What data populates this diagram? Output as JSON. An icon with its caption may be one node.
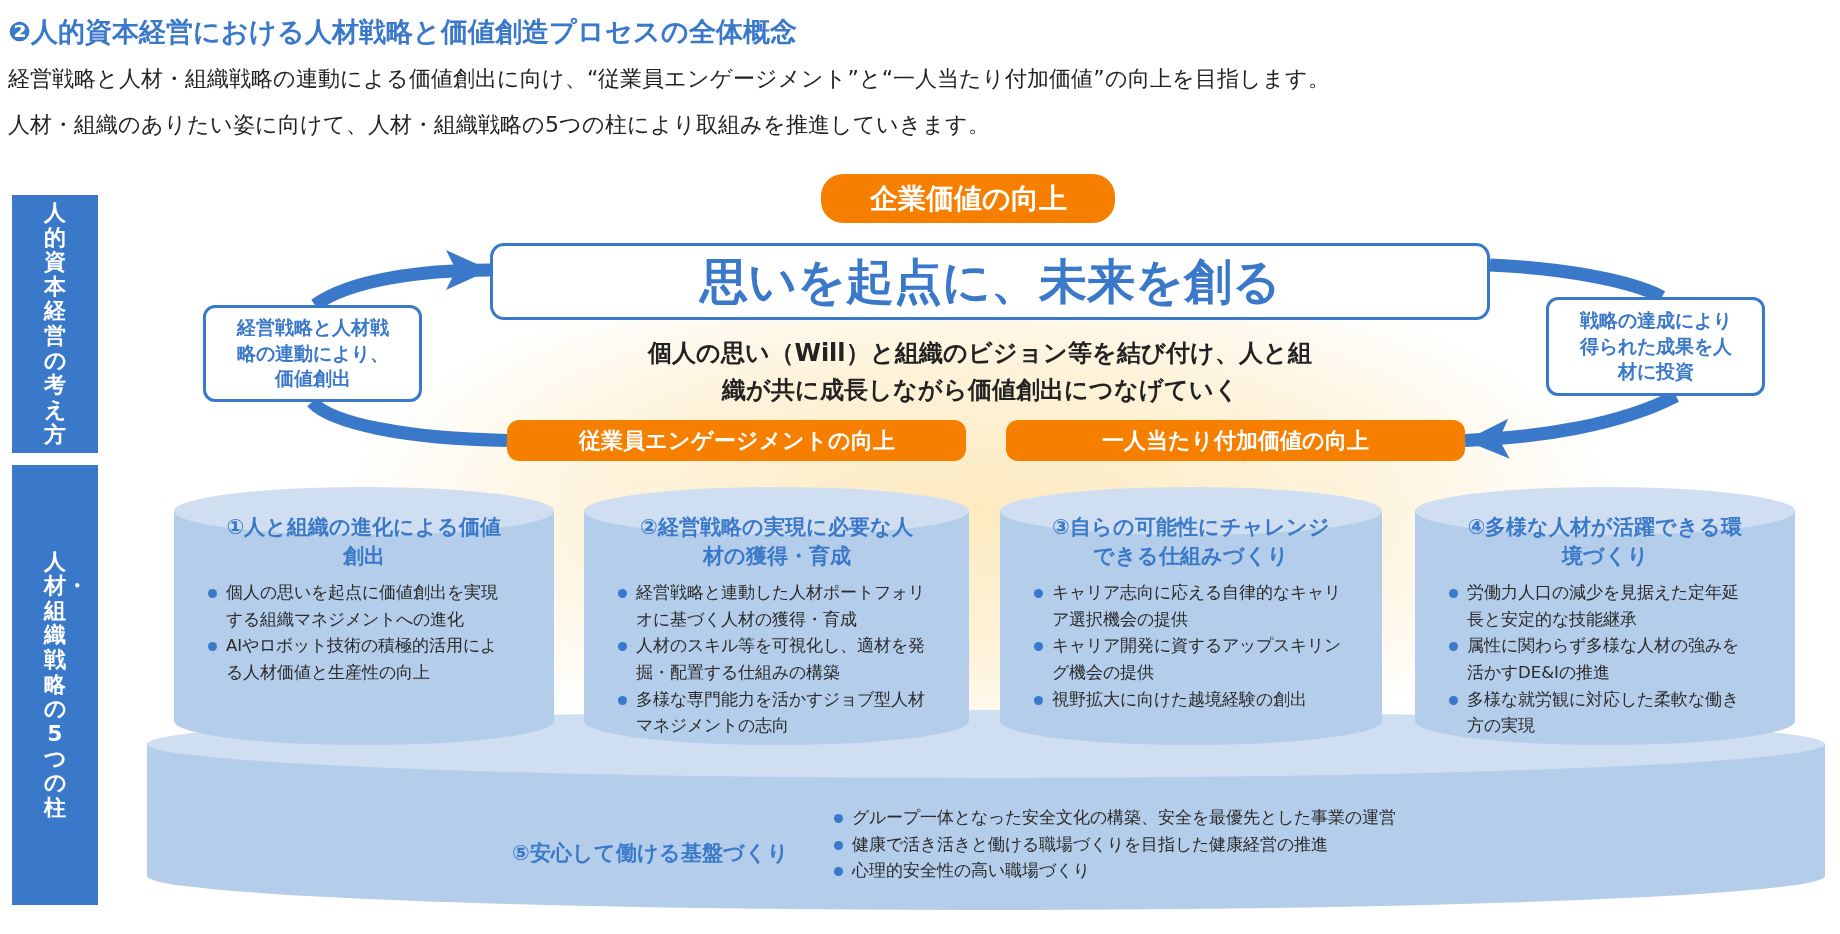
{
  "diagram": {
    "title": "❷人的資本経営における人材戦略と価値創造プロセスの全体概念",
    "nodes": [
      {
        "text": [
          "人的資本経営の考え方"
        ]
      },
      {
        "text": [
          "人材・組織戦略の5つの柱"
        ]
      },
      {
        "text": [
          "企業価値の向上"
        ]
      },
      {
        "text": [
          "思いを起点に、未来を創る"
        ]
      },
      {
        "text": [
          "経営戦略と人材戦略の連動により、価値創出"
        ]
      },
      {
        "text": [
          "戦略の達成により得られた成果を人材に投資"
        ]
      },
      {
        "text": [
          "従業員エンゲージメントの向上"
        ]
      },
      {
        "text": [
          "一人当たり付加価値の向上"
        ]
      },
      {
        "text": [
          "①人と組織の進化による価値創出",
          "個人の思いを起点に価値創出を実現する組織マネジメントへの進化",
          "AIやロボット技術の積極的活用による人材価値と生産性の向上"
        ]
      },
      {
        "text": [
          "②経営戦略の実現に必要な人材の獲得・育成",
          "経営戦略と連動した人材ポートフォリオに基づく人材の獲得・育成",
          "人材のスキル等を可視化し、適材を発掘・配置する仕組みの構築",
          "多様な専門能力を活かすジョブ型人材マネジメントの志向"
        ]
      },
      {
        "text": [
          "③自らの可能性にチャレンジできる仕組みづくり",
          "キャリア志向に応える自律的なキャリア選択機会の提供",
          "キャリア開発に資するアップスキリング機会の提供",
          "視野拡大に向けた越境経験の創出"
        ]
      },
      {
        "text": [
          "④多様な人材が活躍できる環境づくり",
          "労働力人口の減少を見据えた定年延長と安定的な技能継承",
          "属性に関わらず多様な人材の強みを活かすDE&Iの推進",
          "多様な就労観に対応した柔軟な働き方の実現"
        ]
      },
      {
        "text": [
          "⑤安心して働ける基盤づくり",
          "グループ一体となった安全文化の構築、安全を最優先とした事業の運営",
          "健康で活き活きと働ける職場づくりを目指した健康経営の推進",
          "心理的安全性の高い職場づくり"
        ]
      }
    ],
    "edges": [
      {
        "from": 6,
        "to": 4,
        "arrow": "none"
      },
      {
        "from": 4,
        "to": 3,
        "arrow": "to"
      },
      {
        "from": 3,
        "to": 5,
        "arrow": "none"
      },
      {
        "from": 5,
        "to": 7,
        "arrow": "to"
      }
    ],
    "labels": [
      "経営戦略と人材・組織戦略の連動による価値創出に向け、“従業員エンゲージメント”と“一人当たり付加価値”の向上を目指します。",
      "人材・組織のありたい姿に向けて、人材・組織戦略の5つの柱により取組みを推進していきます。",
      "個人の思い（Will）と組織のビジョン等を結び付け、人と組織が共に成長しながら価値創出につなげていく"
    ]
  }
}
